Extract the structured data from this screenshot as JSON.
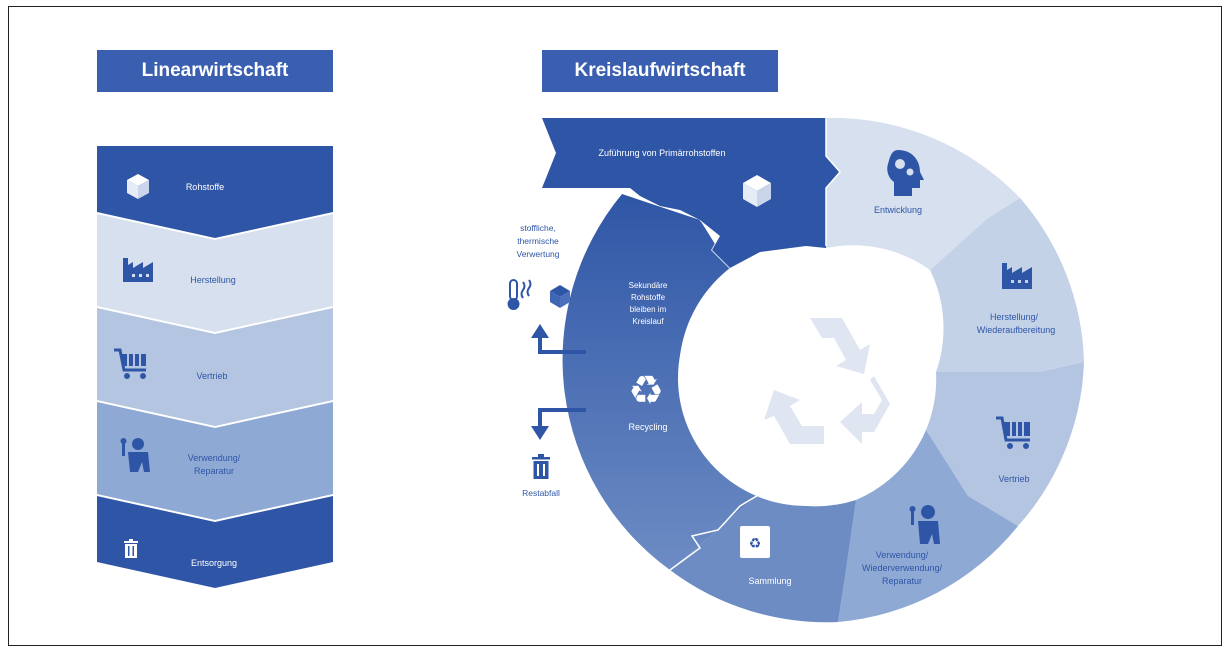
{
  "linear": {
    "title": "Linearwirtschaft",
    "steps": [
      {
        "label": "Rohstoffe",
        "icon": "cube-icon"
      },
      {
        "label": "Herstellung",
        "icon": "factory-icon"
      },
      {
        "label": "Vertrieb",
        "icon": "shopping-cart-icon"
      },
      {
        "label": "Verwendung/",
        "label2": "Reparatur",
        "icon": "person-repair-icon"
      },
      {
        "label": "Entsorgung",
        "icon": "trash-bin-icon"
      }
    ]
  },
  "circular": {
    "title": "Kreislaufwirtschaft",
    "input": "Zuführung von Primärrohstoffen",
    "segments": {
      "entwicklung": "Entwicklung",
      "herstellung_1": "Herstellung/",
      "herstellung_2": "Wiederaufbereitung",
      "vertrieb": "Vertrieb",
      "verwendung_1": "Verwendung/",
      "verwendung_2": "Wiederverwendung/",
      "verwendung_3": "Reparatur",
      "sammlung": "Sammlung",
      "recycling": "Recycling",
      "sekundaer_1": "Sekundäre",
      "sekundaer_2": "Rohstoffe",
      "sekundaer_3": "bleiben im",
      "sekundaer_4": "Kreislauf"
    },
    "outputs": {
      "verwertung_1": "stoffliche,",
      "verwertung_2": "thermische",
      "verwertung_3": "Verwertung",
      "restabfall": "Restabfall"
    }
  },
  "colors": {
    "dark_blue": "#2f56a6",
    "mid_blue": "#7e9bcb",
    "light_blue": "#b3c5e0",
    "pale_blue": "#d6e0ef",
    "recycle_watermark": "#dfe6f1"
  }
}
